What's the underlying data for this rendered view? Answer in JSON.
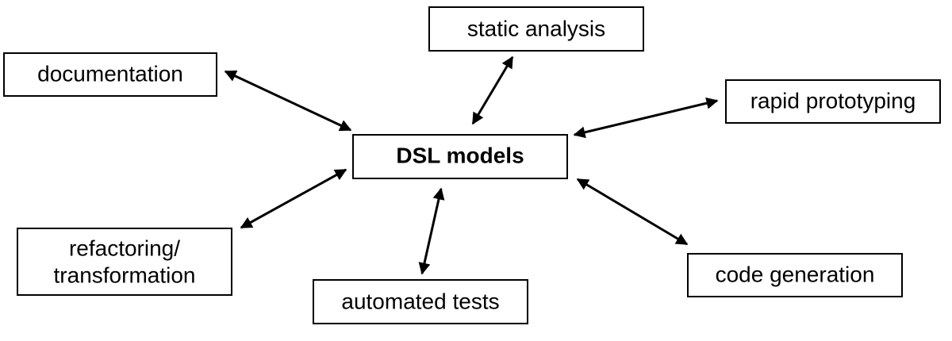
{
  "diagram": {
    "center": {
      "label": "DSL models",
      "color": "#1f5aa6"
    },
    "nodes": {
      "static_analysis": {
        "label": "static analysis"
      },
      "documentation": {
        "label": "documentation"
      },
      "rapid_prototyping": {
        "label": "rapid prototyping"
      },
      "refactoring": {
        "label_line1": "refactoring/",
        "label_line2": "transformation"
      },
      "automated_tests": {
        "label": "automated tests"
      },
      "code_generation": {
        "label": "code generation"
      }
    },
    "edge_style": "bidirectional-arrow"
  }
}
